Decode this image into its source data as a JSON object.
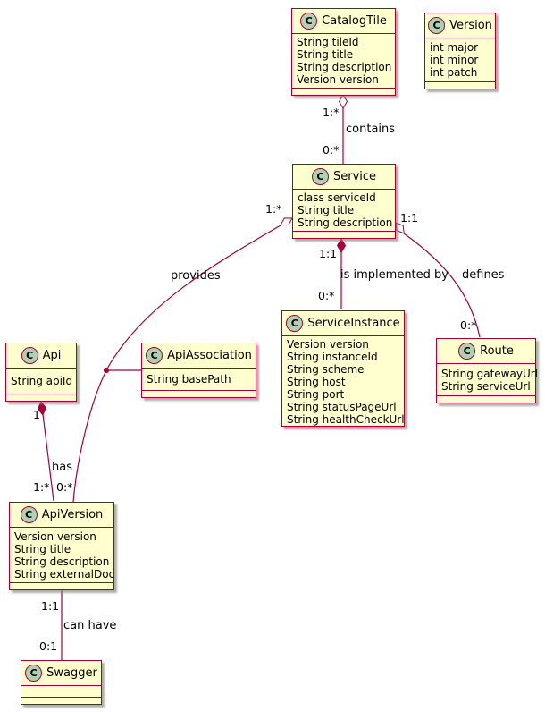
{
  "diagram": {
    "type": "uml-class-diagram",
    "class_icon_letter": "C",
    "colors": {
      "box_fill": "#FEFECE",
      "border": "#A80036",
      "circle_fill": "#ADD1B2",
      "text": "#000000"
    },
    "classes": [
      {
        "name": "CatalogTile",
        "attributes": [
          "String tileId",
          "String title",
          "String description",
          "Version version"
        ]
      },
      {
        "name": "Version",
        "attributes": [
          "int major",
          "int minor",
          "int patch"
        ]
      },
      {
        "name": "Service",
        "attributes": [
          "class serviceId",
          "String title",
          "String description"
        ]
      },
      {
        "name": "ServiceInstance",
        "attributes": [
          "Version version",
          "String instanceId",
          "String scheme",
          "String host",
          "String port",
          "String statusPageUrl",
          "String healthCheckUrl"
        ]
      },
      {
        "name": "Route",
        "attributes": [
          "String gatewayUrl",
          "String serviceUrl"
        ]
      },
      {
        "name": "Api",
        "attributes": [
          "String apiId"
        ]
      },
      {
        "name": "ApiAssociation",
        "attributes": [
          "String basePath"
        ]
      },
      {
        "name": "ApiVersion",
        "attributes": [
          "Version version",
          "String title",
          "String description",
          "String externalDoc"
        ]
      },
      {
        "name": "Swagger",
        "attributes": []
      }
    ],
    "relationships": {
      "contains": {
        "label": "contains",
        "source": "CatalogTile",
        "target": "Service",
        "source_multiplicity": "1:*",
        "target_multiplicity": "0:*",
        "type": "aggregation"
      },
      "is_implemented_by": {
        "label": "is implemented by",
        "source": "Service",
        "target": "ServiceInstance",
        "source_multiplicity": "1:1",
        "target_multiplicity": "0:*",
        "type": "composition"
      },
      "defines": {
        "label": "defines",
        "source": "Service",
        "target": "Route",
        "source_multiplicity": "1:1",
        "target_multiplicity": "0:*",
        "type": "aggregation"
      },
      "provides": {
        "label": "provides",
        "source": "Service",
        "target": "ApiVersion",
        "source_multiplicity": "1:*",
        "target_multiplicity": "0:*",
        "type": "aggregation",
        "association_class": "ApiAssociation"
      },
      "has": {
        "label": "has",
        "source": "Api",
        "target": "ApiVersion",
        "source_multiplicity": "1",
        "target_multiplicity": "1:*",
        "type": "composition"
      },
      "can_have": {
        "label": "can have",
        "source": "ApiVersion",
        "target": "Swagger",
        "source_multiplicity": "1:1",
        "target_multiplicity": "0:1",
        "type": "association"
      }
    }
  }
}
